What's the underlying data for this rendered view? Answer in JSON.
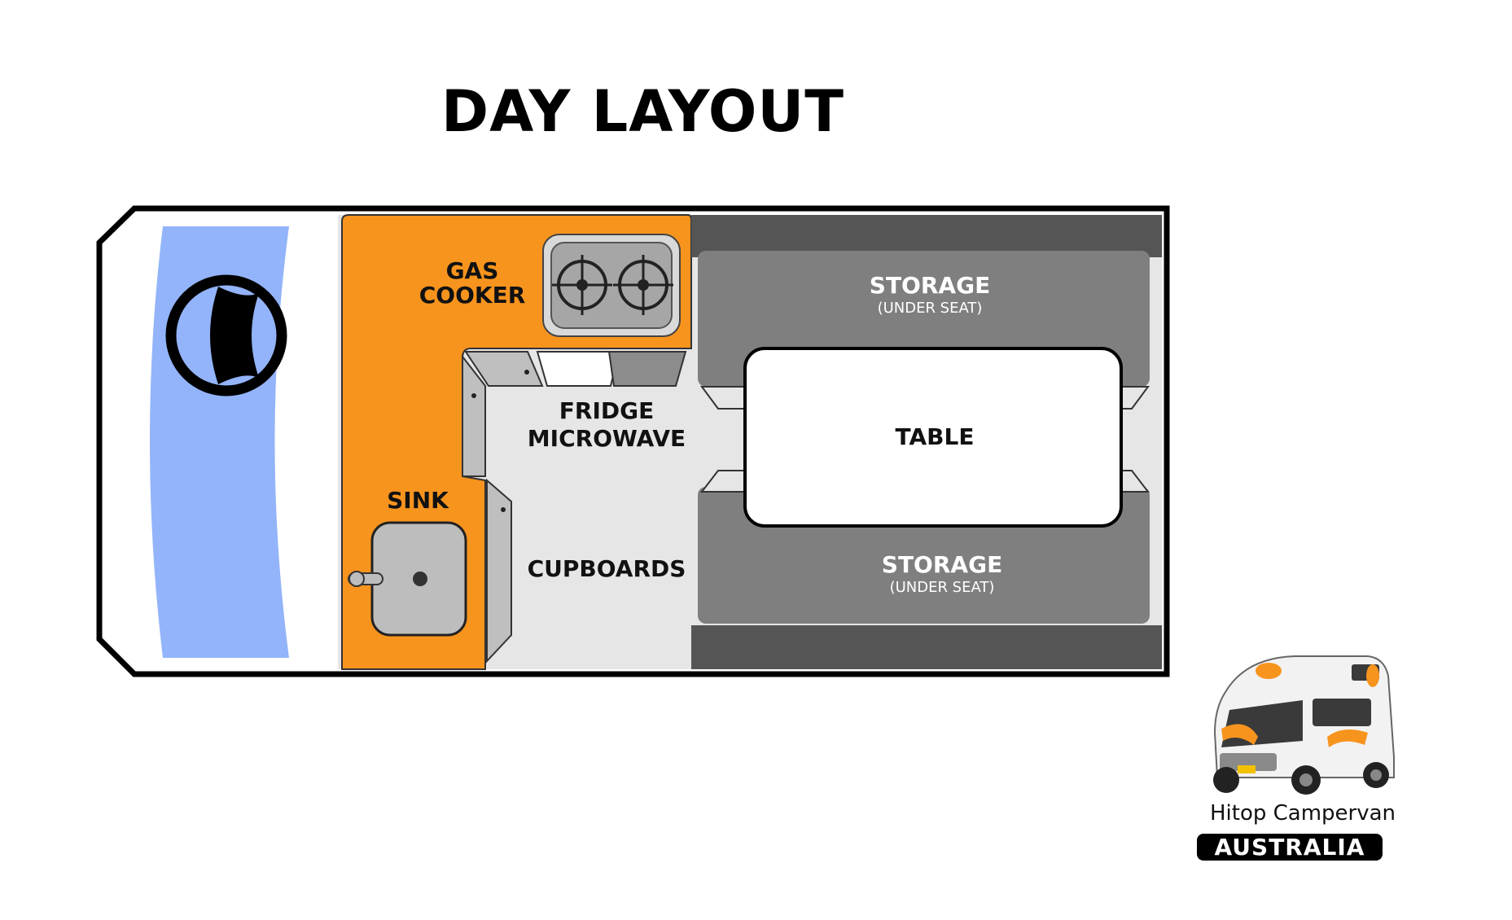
{
  "title": "DAY LAYOUT",
  "zones": {
    "gas_cooker": [
      "GAS",
      "COOKER"
    ],
    "fridge_microwave": [
      "FRIDGE",
      "MICROWAVE"
    ],
    "sink": "SINK",
    "cupboards": "CUPBOARDS",
    "storage_top": {
      "label": "STORAGE",
      "note": "(UNDER SEAT)"
    },
    "storage_bottom": {
      "label": "STORAGE",
      "note": "(UNDER SEAT)"
    },
    "table": "TABLE"
  },
  "vehicle": {
    "name": "Hitop Campervan",
    "region": "AUSTRALIA"
  },
  "colors": {
    "kitchen": "#F7941E",
    "windscreen": "#93B4FA",
    "seat": "#7F7F7F",
    "floor": "#E6E6E6"
  }
}
